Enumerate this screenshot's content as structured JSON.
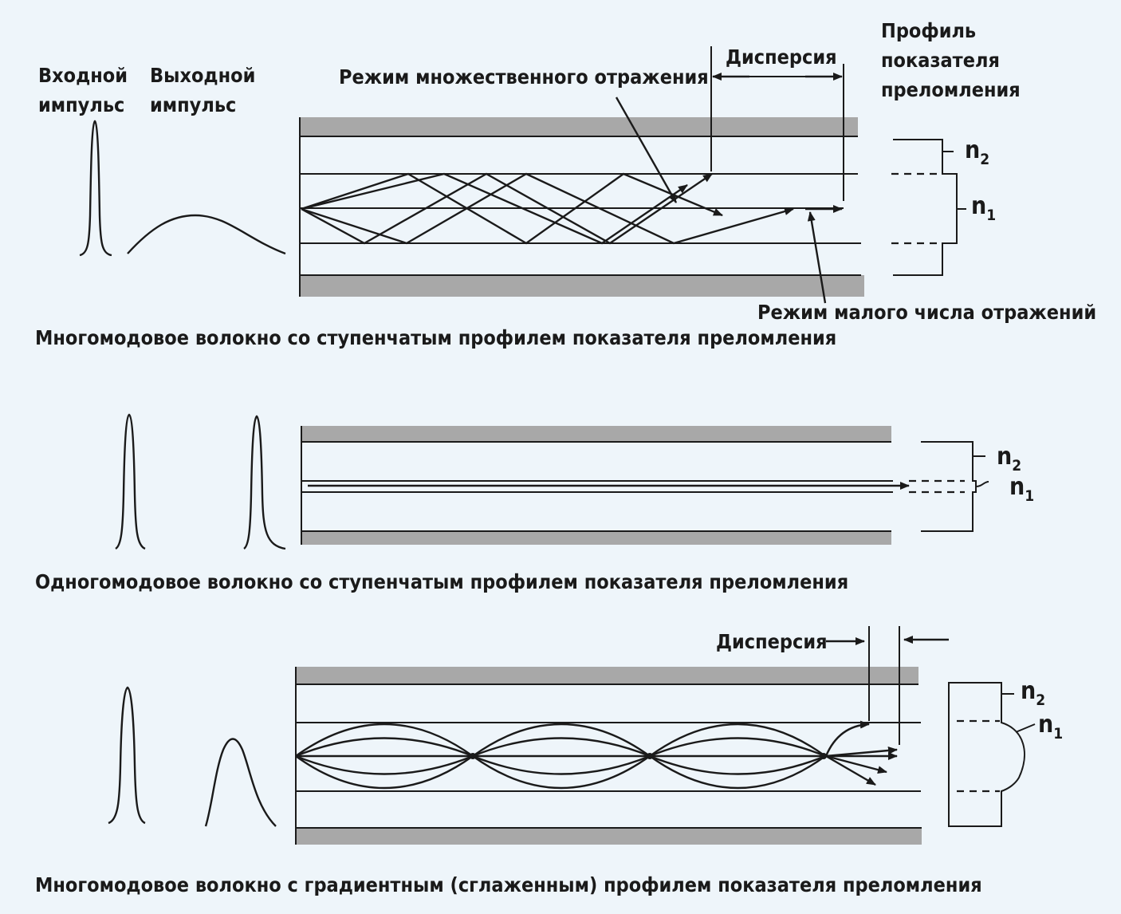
{
  "top": {
    "input_pulse_label": [
      "Входной",
      "импульс"
    ],
    "output_pulse_label": [
      "Выходной",
      "импульс"
    ],
    "multi_reflection_label": "Режим множественного отражения",
    "dispersion_label": "Дисперсия",
    "index_profile_label": [
      "Профиль",
      "показателя",
      "преломления"
    ],
    "few_reflection_label": "Режим малого числа отражений",
    "n2": "n",
    "n2_sub": "2",
    "n1": "n",
    "n1_sub": "1",
    "caption": "Многомодовое волокно со ступенчатым профилем показателя преломления"
  },
  "middle": {
    "n2": "n",
    "n2_sub": "2",
    "n1": "n",
    "n1_sub": "1",
    "caption": "Одногомодовое волокно со ступенчатым профилем показателя преломления"
  },
  "bottom": {
    "dispersion_label": "Дисперсия",
    "n2": "n",
    "n2_sub": "2",
    "n1": "n",
    "n1_sub": "1",
    "caption": "Многомодовое волокно с градиентным (сглаженным) профилем показателя преломления"
  },
  "colors": {
    "cladding": "#a8a8a8",
    "line": "#1a1a1a",
    "background": "#eef5fa"
  }
}
